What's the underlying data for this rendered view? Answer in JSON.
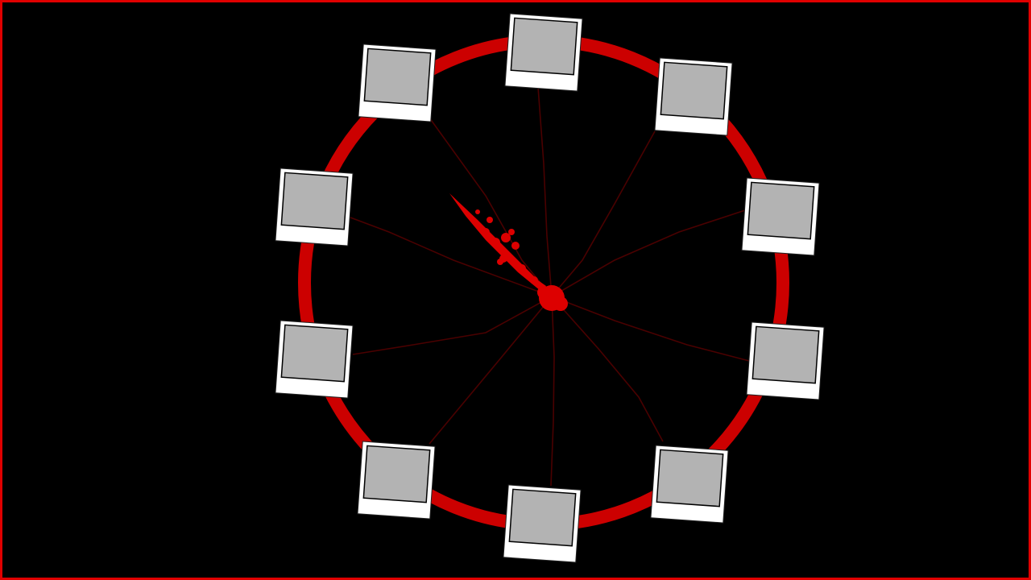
{
  "colors": {
    "background": "#000000",
    "frame": "#e00000",
    "ring": "#cc0000",
    "veins": "#4a0000",
    "blood": "#dd0000",
    "photo_frame": "#ffffff",
    "photo_image": "#b3b3b3"
  },
  "photos": [
    {
      "id": 1
    },
    {
      "id": 2
    },
    {
      "id": 3
    },
    {
      "id": 4
    },
    {
      "id": 5
    },
    {
      "id": 6
    },
    {
      "id": 7
    },
    {
      "id": 8
    },
    {
      "id": 9
    },
    {
      "id": 10
    }
  ]
}
